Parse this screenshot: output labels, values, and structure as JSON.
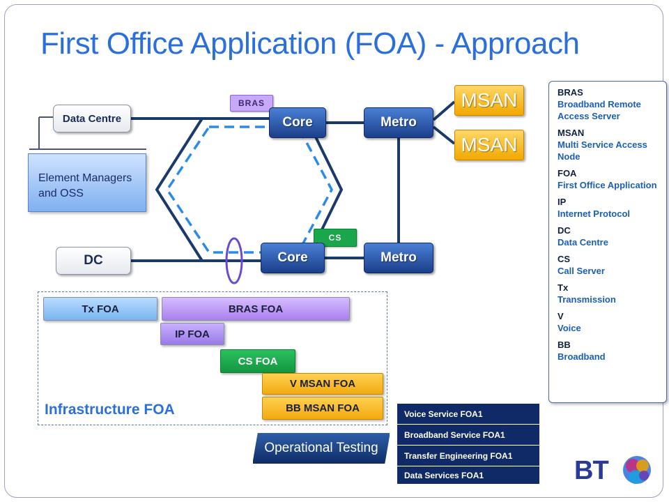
{
  "title": "First Office Application (FOA) - Approach",
  "network": {
    "data_centre": "Data Centre",
    "element_managers": [
      "Element Managers",
      "and OSS"
    ],
    "dc": "DC",
    "bras_tag": "BRAS",
    "cs_tag": "CS",
    "core_top": "Core",
    "core_bottom": "Core",
    "metro_top": "Metro",
    "metro_bottom": "Metro",
    "msan_1": "MSAN",
    "msan_2": "MSAN"
  },
  "infrastructure": {
    "label": "Infrastructure FOA",
    "tx_foa": "Tx FOA",
    "bras_foa": "BRAS FOA",
    "ip_foa": "IP FOA",
    "cs_foa": "CS FOA",
    "v_msan_foa": "V MSAN FOA",
    "bb_msan_foa": "BB MSAN FOA"
  },
  "operational_testing": "Operational Testing",
  "services": [
    "Voice Service FOA1",
    "Broadband Service FOA1",
    "Transfer Engineering FOA1",
    "Data Services FOA1"
  ],
  "glossary": [
    {
      "abbr": "BRAS",
      "def": "Broadband Remote Access Server"
    },
    {
      "abbr": "MSAN",
      "def": "Multi Service Access Node"
    },
    {
      "abbr": "FOA",
      "def": "First Office Application"
    },
    {
      "abbr": "IP",
      "def": "Internet Protocol"
    },
    {
      "abbr": "DC",
      "def": "Data Centre"
    },
    {
      "abbr": "CS",
      "def": "Call Server"
    },
    {
      "abbr": "Tx",
      "def": "Transmission"
    },
    {
      "abbr": "V",
      "def": "Voice"
    },
    {
      "abbr": "BB",
      "def": "Broadband"
    }
  ],
  "logo": "BT",
  "colors": {
    "title": "#2a6fdb",
    "node_blue": "#1b3f8a",
    "msan_yellow": "#f2a800",
    "bras_purple": "#b98cf0",
    "cs_green": "#1aa64a",
    "tx_blue": "#8ec2f5",
    "service_navy": "#0f2a66"
  }
}
